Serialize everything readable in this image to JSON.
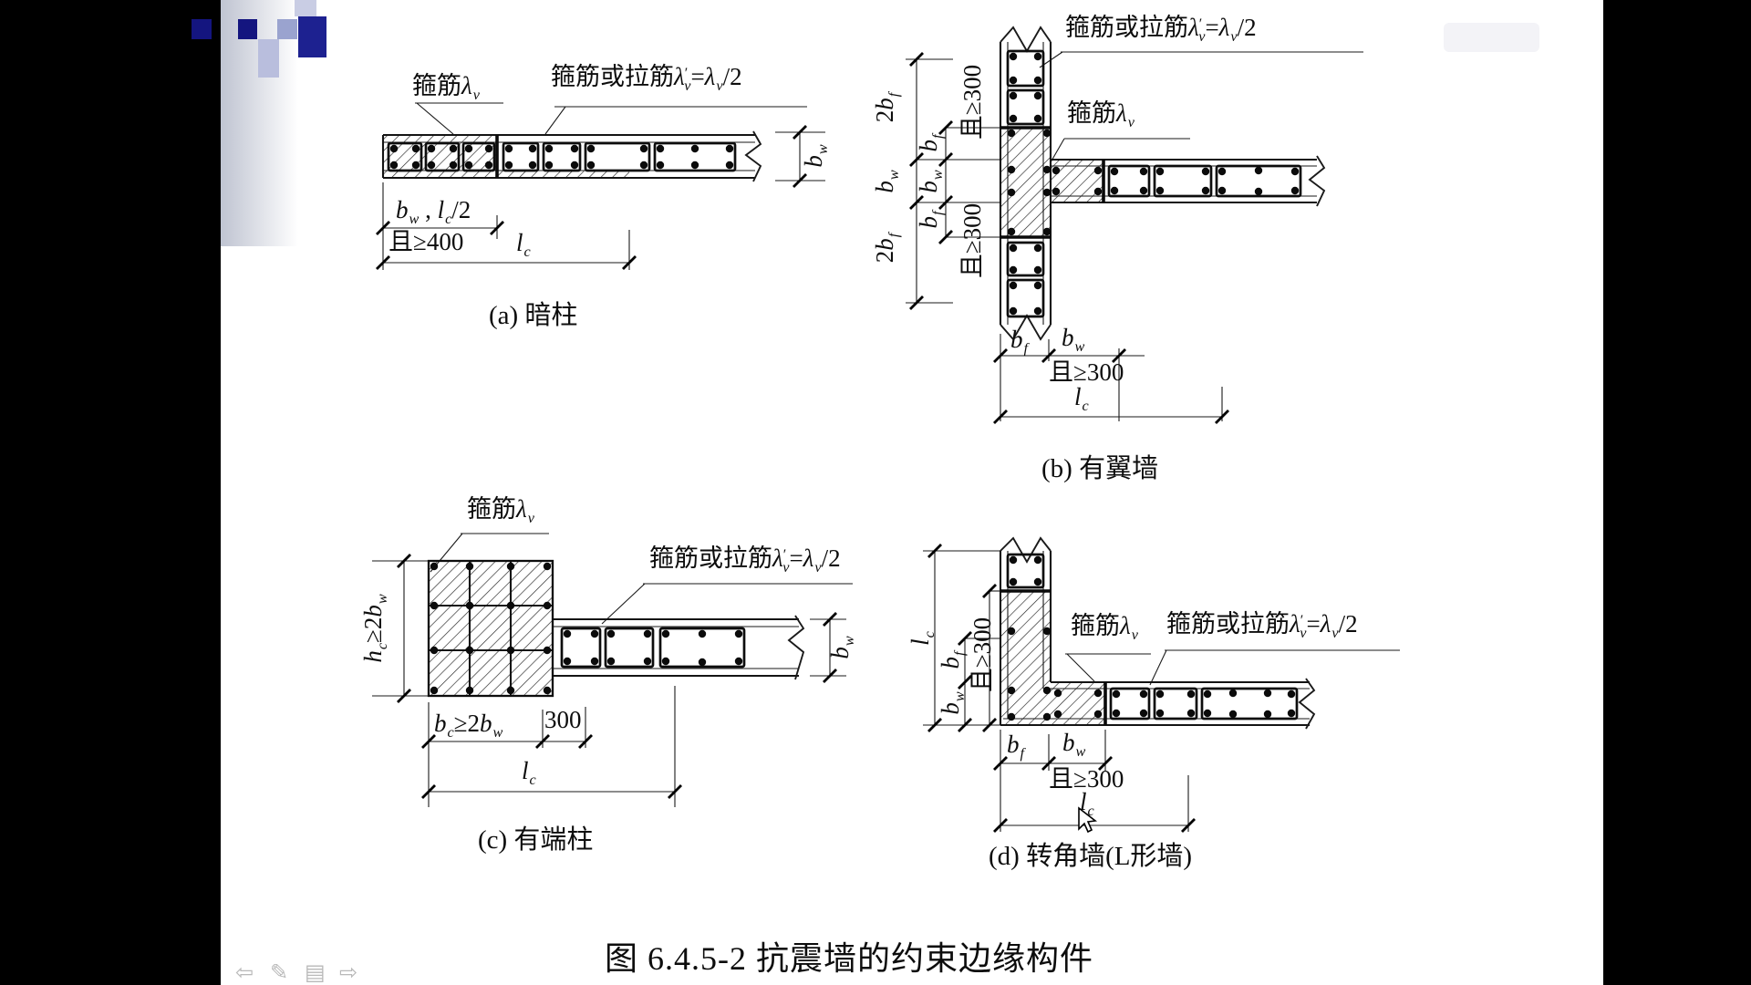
{
  "window": {
    "bg": "#000000",
    "slide_bg": "#ffffff",
    "highlight_box": "#f3f3f7"
  },
  "logo": {
    "palette": [
      "#14157f",
      "#1d2190",
      "#9aa3cf",
      "#b9bedd",
      "#c9cde4"
    ]
  },
  "figure": {
    "title": "图 6.4.5-2  抗震墙的约束边缘构件",
    "panels": {
      "a": {
        "caption": "(a) 暗柱"
      },
      "b": {
        "caption": "(b) 有翼墙"
      },
      "c": {
        "caption": "(c) 有端柱"
      },
      "d": {
        "caption": "(d) 转角墙(L形墙)"
      }
    }
  },
  "labels": {
    "stirrup": [
      {
        "t": "箍筋"
      },
      {
        "t": "λ",
        "s": "i"
      },
      {
        "t": "v",
        "s": "b"
      }
    ],
    "tie": [
      {
        "t": "箍筋或拉筋"
      },
      {
        "t": "λ",
        "s": "i"
      },
      {
        "t": "′",
        "s": "p"
      },
      {
        "t": "v",
        "s": "b"
      },
      {
        "t": "="
      },
      {
        "t": "λ",
        "s": "i"
      },
      {
        "t": "v",
        "s": "b"
      },
      {
        "t": "/2"
      }
    ],
    "bw": [
      {
        "t": "b",
        "s": "i"
      },
      {
        "t": "w",
        "s": "b"
      }
    ],
    "bf": [
      {
        "t": "b",
        "s": "i"
      },
      {
        "t": "f",
        "s": "b"
      }
    ],
    "lc": [
      {
        "t": "l",
        "s": "i"
      },
      {
        "t": "c",
        "s": "b"
      }
    ],
    "bw_lc2": [
      {
        "t": "b",
        "s": "i"
      },
      {
        "t": "w",
        "s": "b"
      },
      {
        "t": " , "
      },
      {
        "t": "l",
        "s": "i"
      },
      {
        "t": "c",
        "s": "b"
      },
      {
        "t": "/2"
      }
    ],
    "ge400": [
      {
        "t": "且≥400"
      }
    ],
    "ge300": [
      {
        "t": "且≥300"
      }
    ],
    "two_bf": [
      {
        "t": "2"
      },
      {
        "t": "b",
        "s": "i"
      },
      {
        "t": "f",
        "s": "b"
      }
    ],
    "hc_2bw": [
      {
        "t": "h",
        "s": "i"
      },
      {
        "t": "c",
        "s": "b"
      },
      {
        "t": "≥2"
      },
      {
        "t": "b",
        "s": "i"
      },
      {
        "t": "w",
        "s": "b"
      }
    ],
    "bc_2bw": [
      {
        "t": "b",
        "s": "i"
      },
      {
        "t": "c",
        "s": "b"
      },
      {
        "t": "≥2"
      },
      {
        "t": "b",
        "s": "i"
      },
      {
        "t": "w",
        "s": "b"
      }
    ],
    "n300": [
      {
        "t": "300"
      }
    ]
  },
  "presenter_controls": {
    "prev": "⇦",
    "pen": "✎",
    "menu": "▤",
    "next": "⇨"
  }
}
